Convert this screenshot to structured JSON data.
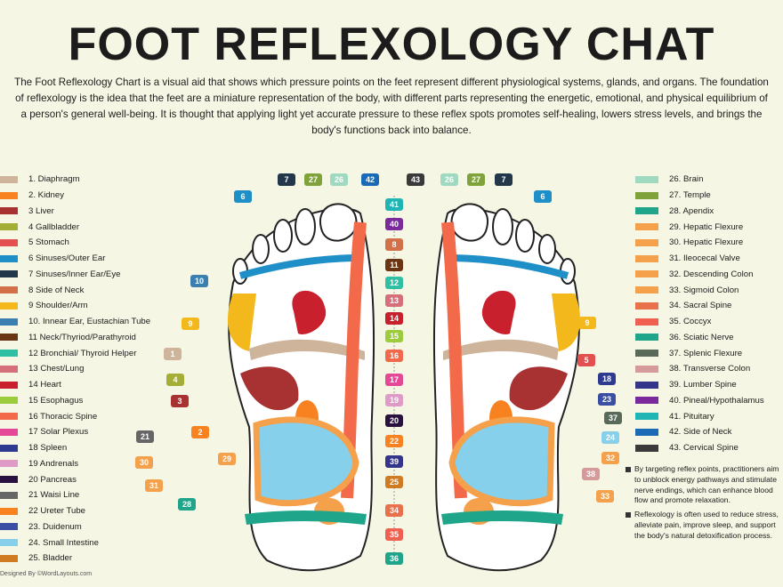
{
  "title": "FOOT REFLEXOLOGY CHAT",
  "intro": "The Foot Reflexology Chart is a visual aid that shows which pressure points on the feet represent different physiological systems, glands, and organs. The foundation of reflexology is the idea that the feet are a miniature representation of the body, with different parts representing the energetic, emotional, and physical equilibrium of a person's general well-being. It is thought that applying light yet accurate pressure to these reflex spots promotes self-healing, lowers stress levels, and brings the body's functions back into balance.",
  "legend_left": [
    {
      "label": "1. Diaphragm",
      "color": "#cdb49a"
    },
    {
      "label": "2. Kidney",
      "color": "#f7821f"
    },
    {
      "label": "3 Liver",
      "color": "#a83232"
    },
    {
      "label": "4 Gallbladder",
      "color": "#a4ad35"
    },
    {
      "label": "5 Stomach",
      "color": "#e2504f"
    },
    {
      "label": "6 Sinuses/Outer Ear",
      "color": "#1f8fc8"
    },
    {
      "label": "7 Sinuses/Inner Ear/Eye",
      "color": "#22374a"
    },
    {
      "label": "8 Side of Neck",
      "color": "#d2704a"
    },
    {
      "label": "9 Shoulder/Arm",
      "color": "#f2b81c"
    },
    {
      "label": "10. Innear Ear, Eustachian Tube",
      "color": "#3b7fb0"
    },
    {
      "label": "11 Neck/Thyriod/Parathyroid",
      "color": "#6b3412"
    },
    {
      "label": "12 Bronchial/ Thyroid Helper",
      "color": "#2fbfa3"
    },
    {
      "label": "13 Chest/Lung",
      "color": "#d56f7a"
    },
    {
      "label": "14 Heart",
      "color": "#c8202c"
    },
    {
      "label": "15 Esophagus",
      "color": "#9ccc3c"
    },
    {
      "label": "16 Thoracic Spine",
      "color": "#f26a4a"
    },
    {
      "label": "17 Solar Plexus",
      "color": "#e54896"
    },
    {
      "label": "18 Spleen",
      "color": "#2e3a8f"
    },
    {
      "label": "19 Andrenals",
      "color": "#e09ac7"
    },
    {
      "label": "20 Pancreas",
      "color": "#2a1240"
    },
    {
      "label": "21 Waisi Line",
      "color": "#666666"
    },
    {
      "label": "22 Ureter Tube",
      "color": "#f7821f"
    },
    {
      "label": "23. Duidenum",
      "color": "#3a4fa3"
    },
    {
      "label": "24. Small Intestine",
      "color": "#86d0ec"
    },
    {
      "label": "25. Bladder",
      "color": "#d07a22"
    }
  ],
  "legend_right": [
    {
      "label": "26. Brain",
      "color": "#9fd9c0"
    },
    {
      "label": "27. Temple",
      "color": "#7fa33a"
    },
    {
      "label": "28. Apendix",
      "color": "#1fa68a"
    },
    {
      "label": "29. Hepatic Flexure",
      "color": "#f5a04a"
    },
    {
      "label": "30. Hepatic Flexure",
      "color": "#f5a04a"
    },
    {
      "label": "31. Ileocecal Valve",
      "color": "#f5a04a"
    },
    {
      "label": "32. Descending Colon",
      "color": "#f5a04a"
    },
    {
      "label": "33. Sigmoid Colon",
      "color": "#f5a04a"
    },
    {
      "label": "34. Sacral Spine",
      "color": "#e8704a"
    },
    {
      "label": "35. Coccyx",
      "color": "#f06050"
    },
    {
      "label": "36. Sciatic Nerve",
      "color": "#1fa68a"
    },
    {
      "label": "37. Splenic Flexure",
      "color": "#5a6a5a"
    },
    {
      "label": "38. Transverse Colon",
      "color": "#d59a9a"
    },
    {
      "label": "39. Lumber Spine",
      "color": "#33358a"
    },
    {
      "label": "40. Pineal/Hypothalamus",
      "color": "#7a2a9a"
    },
    {
      "label": "41. Pituitary",
      "color": "#20b5b5"
    },
    {
      "label": "42. Side of Neck",
      "color": "#1a6ab5"
    },
    {
      "label": "43. Cervical Spine",
      "color": "#3a3a3a"
    }
  ],
  "notes": [
    "By targeting reflex points, practitioners aim to unblock energy pathways and stimulate nerve endings, which can enhance blood flow and promote relaxation.",
    "Reflexology is often used to reduce stress, alleviate pain, improve sleep, and support the body's natural detoxification process."
  ],
  "credit": "Designed By ©WordLayouts.com",
  "badges": [
    7,
    27,
    26,
    42,
    6,
    10,
    9,
    1,
    4,
    3,
    21,
    2,
    30,
    29,
    31,
    28,
    41,
    40,
    8,
    11,
    12,
    13,
    14,
    15,
    16,
    17,
    19,
    20,
    22,
    39,
    25,
    34,
    35,
    36,
    43,
    26,
    27,
    7,
    6,
    9,
    5,
    18,
    23,
    37,
    24,
    32,
    38,
    33
  ]
}
